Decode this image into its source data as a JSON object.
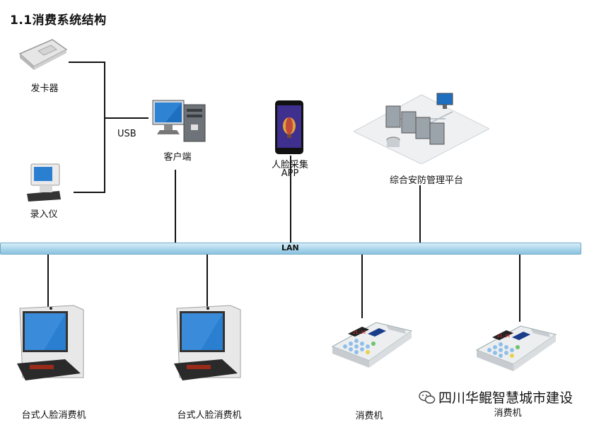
{
  "title": "1.1消费系统结构",
  "nodes": {
    "card_issuer": "发卡器",
    "enroller": "录入仪",
    "usb": "USB",
    "client": "客户端",
    "face_app_line1": "人脸采集",
    "face_app_line2": "APP",
    "platform": "综合安防管理平台",
    "lan": "LAN",
    "desk_face_1": "台式人脸消费机",
    "desk_face_2": "台式人脸消费机",
    "pos_1": "消费机",
    "pos_2": "消费机"
  },
  "watermark": "四川华鲲智慧城市建设",
  "colors": {
    "lan_bar": "#a9d4ea",
    "line": "#111111",
    "screen_blue": "#2a7fd0"
  }
}
